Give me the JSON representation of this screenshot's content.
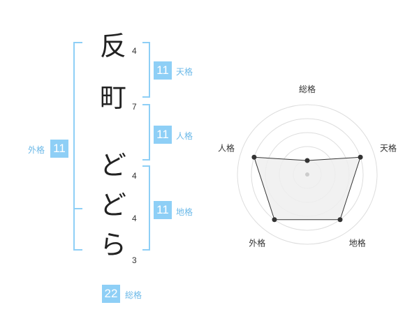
{
  "name": {
    "characters": [
      "反",
      "町",
      "ど",
      "ど",
      "ら"
    ],
    "stroke_counts": [
      "4",
      "7",
      "4",
      "4",
      "3"
    ]
  },
  "fortune": {
    "tenkaku": {
      "label": "天格",
      "value": "11"
    },
    "jinkaku": {
      "label": "人格",
      "value": "11"
    },
    "chikaku": {
      "label": "地格",
      "value": "11"
    },
    "gaikaku": {
      "label": "外格",
      "value": "11"
    },
    "soukaku": {
      "label": "総格",
      "value": "22"
    }
  },
  "radar": {
    "axes": [
      "総格",
      "天格",
      "地格",
      "外格",
      "人格"
    ],
    "levels": 5,
    "values": [
      0.2,
      0.8,
      0.8,
      0.8,
      0.8
    ],
    "colors": {
      "grid": "#dddddd",
      "fill": "#eeeeee",
      "line": "#333333",
      "point": "#333333"
    }
  },
  "colors": {
    "accent": "#8ecff6",
    "accent_text": "#6cb9e8"
  }
}
